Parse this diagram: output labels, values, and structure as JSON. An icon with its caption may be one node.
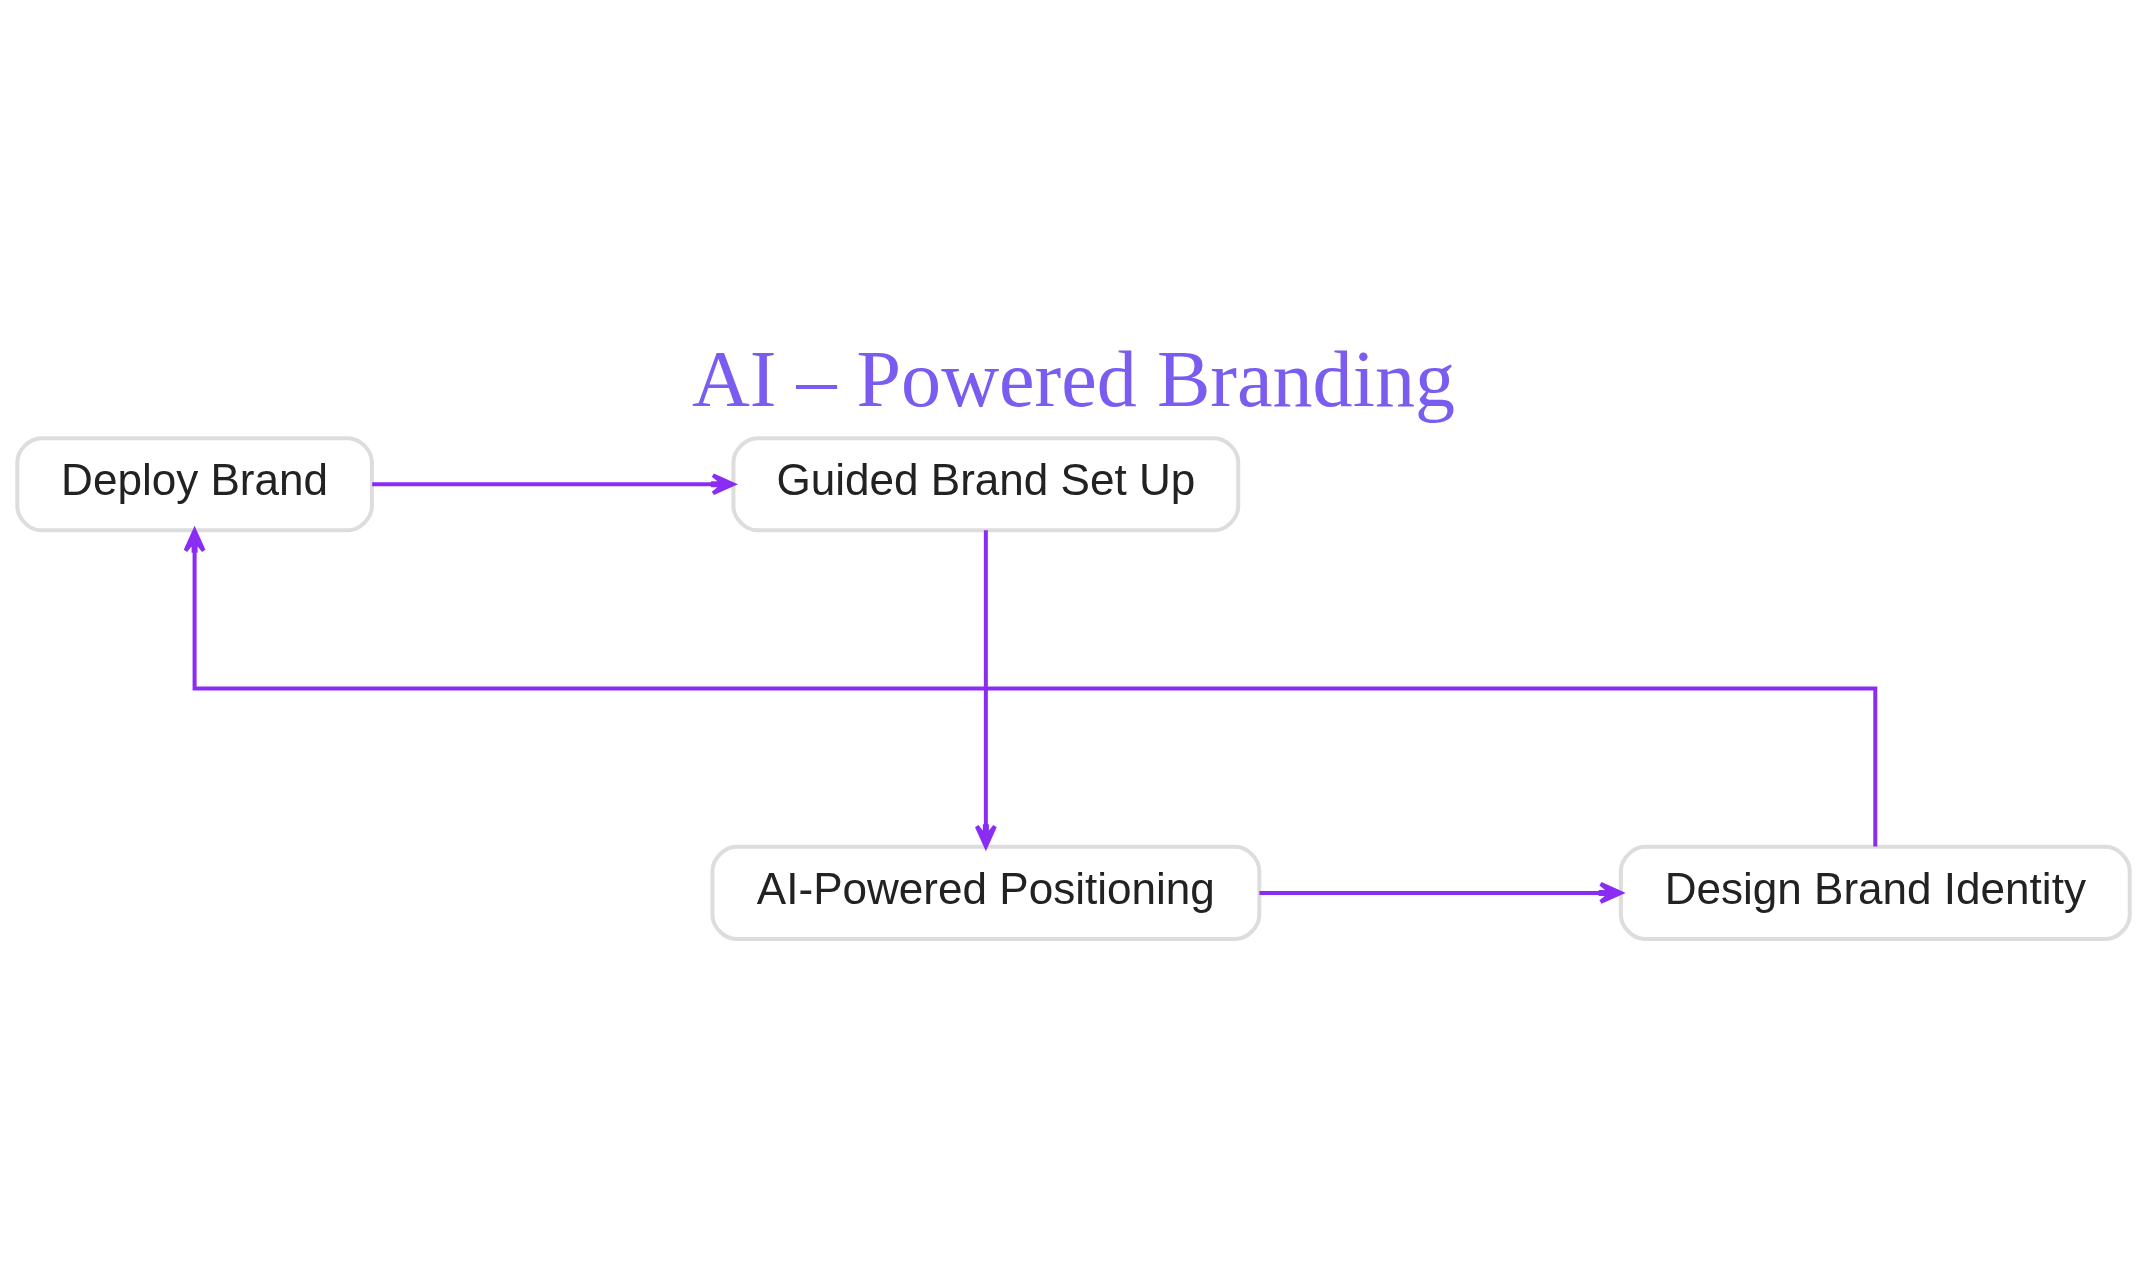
{
  "diagram": {
    "title": "AI – Powered Branding",
    "nodes": [
      {
        "text": [
          "Guided Brand Set Up"
        ]
      },
      {
        "text": [
          "Deploy Brand"
        ]
      },
      {
        "text": [
          "AI-Powered Positioning"
        ]
      },
      {
        "text": [
          "Design Brand Identity"
        ]
      }
    ],
    "edges": [
      {
        "from": 0,
        "to": 2,
        "arrow": "to"
      },
      {
        "from": 2,
        "to": 3,
        "arrow": "to"
      },
      {
        "from": 3,
        "to": 1,
        "arrow": "to"
      },
      {
        "from": 1,
        "to": 0,
        "arrow": "to"
      }
    ]
  }
}
